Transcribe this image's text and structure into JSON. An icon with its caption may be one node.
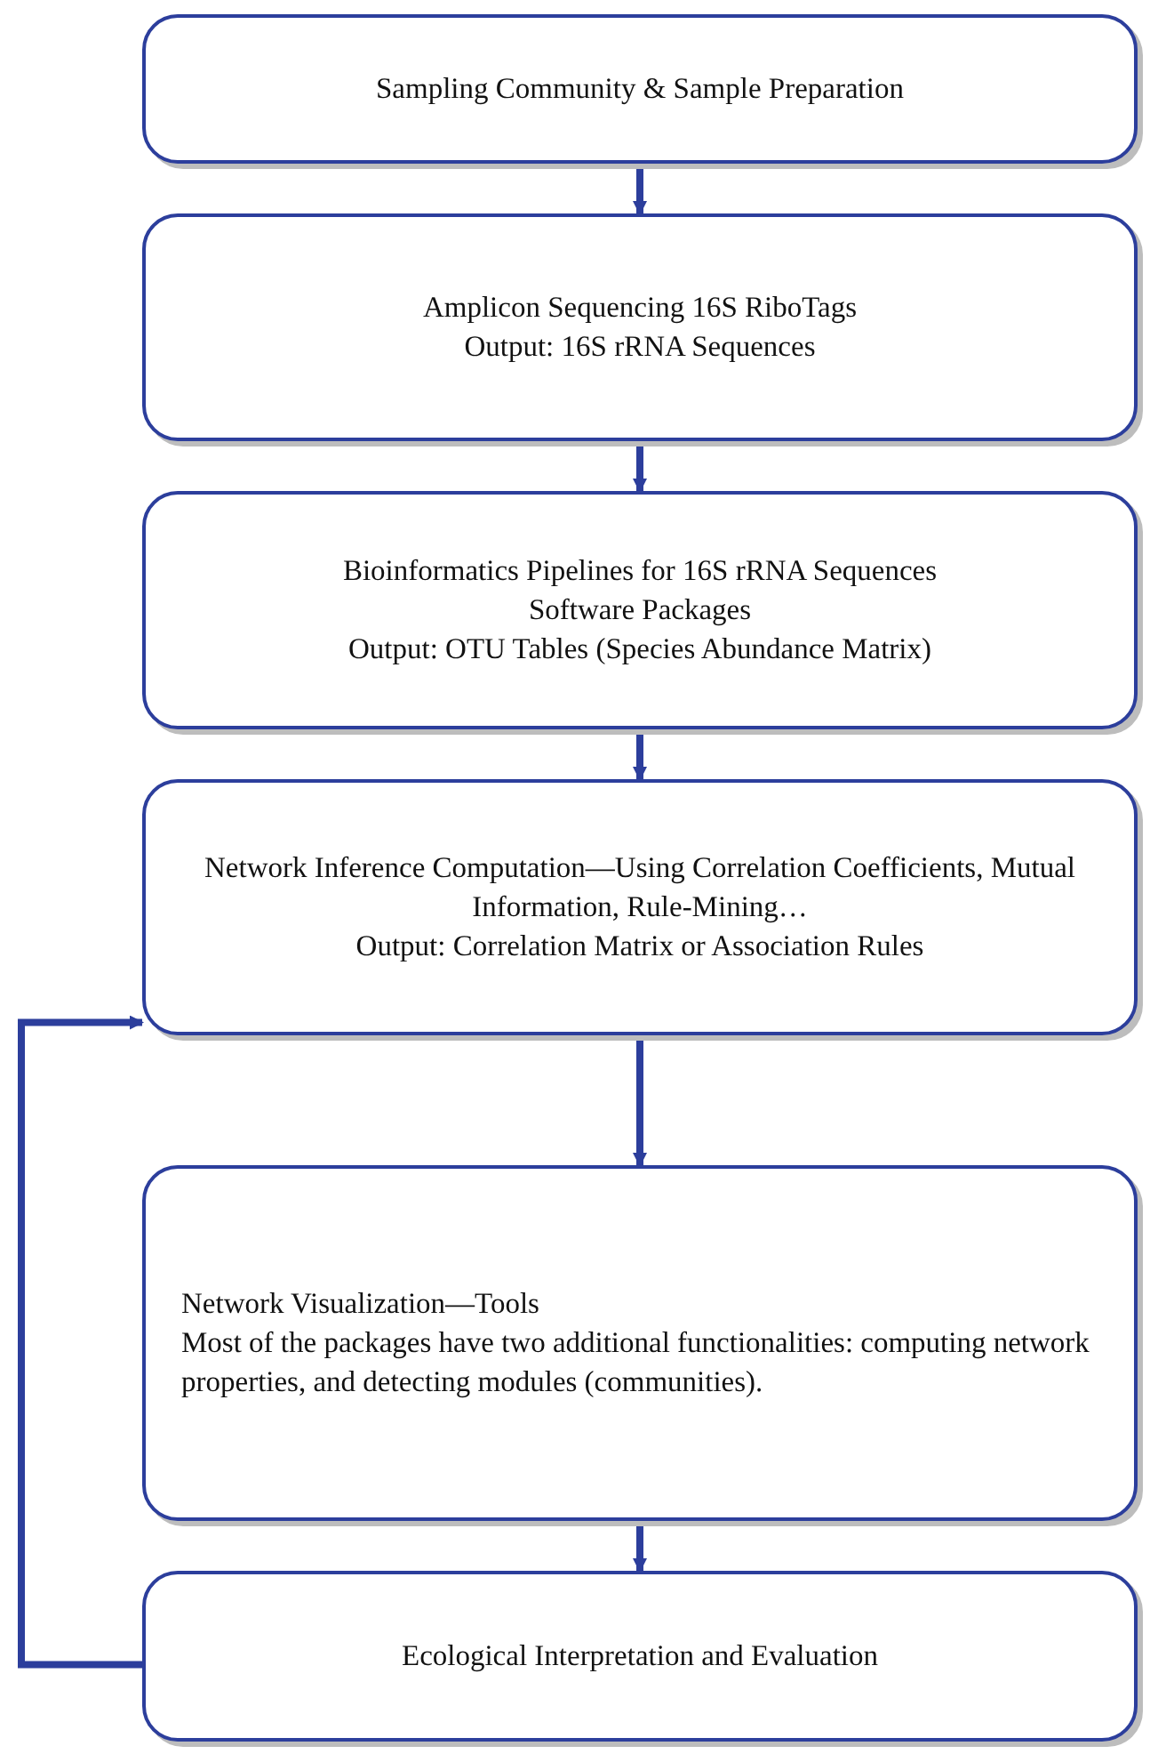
{
  "diagram": {
    "nodes": [
      {
        "text": [
          "Sampling Community & Sample Preparation"
        ]
      },
      {
        "text": [
          "Amplicon Sequencing 16S RiboTags",
          "Output: 16S rRNA Sequences"
        ]
      },
      {
        "text": [
          "Bioinformatics Pipelines for 16S rRNA Sequences",
          "Software Packages",
          "Output: OTU Tables (Species Abundance Matrix)"
        ]
      },
      {
        "text": [
          "Network Inference Computation—Using Correlation Coefficients, Mutual Information, Rule-Mining…",
          "Output: Correlation Matrix or Association Rules"
        ]
      },
      {
        "text": [
          "Network Visualization—Tools",
          "Most of the packages have two additional functionalities: computing network properties, and detecting modules (communities)."
        ]
      },
      {
        "text": [
          "Ecological Interpretation and Evaluation"
        ]
      }
    ],
    "edges": [
      {
        "from": 0,
        "to": 1,
        "arrow": "to"
      },
      {
        "from": 1,
        "to": 2,
        "arrow": "to"
      },
      {
        "from": 2,
        "to": 3,
        "arrow": "to"
      },
      {
        "from": 3,
        "to": 4,
        "arrow": "to"
      },
      {
        "from": 4,
        "to": 5,
        "arrow": "to"
      },
      {
        "from": 5,
        "to": 3,
        "arrow": "to"
      }
    ]
  }
}
